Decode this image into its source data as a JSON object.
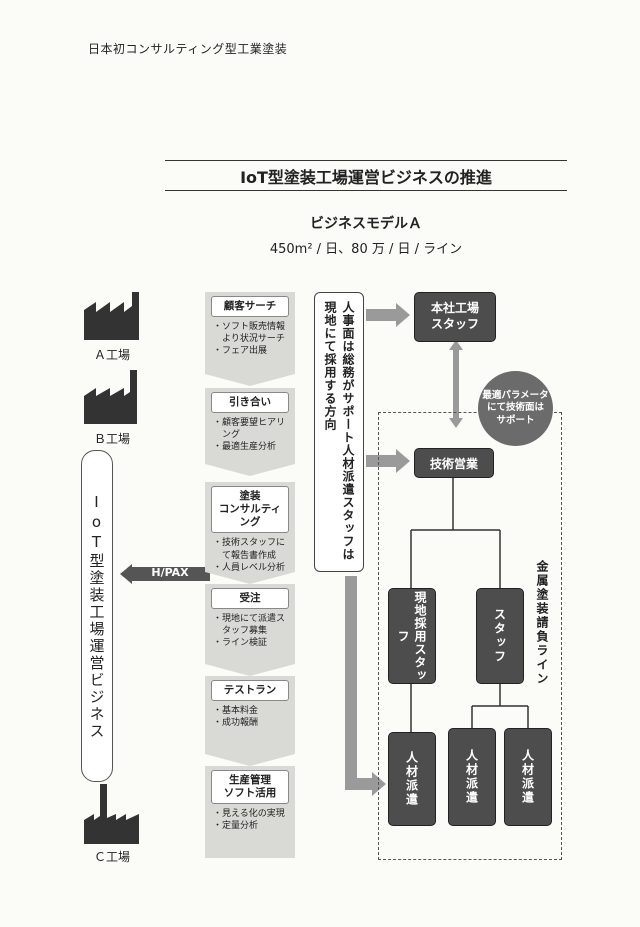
{
  "running_head": "日本初コンサルティング型工業塗装",
  "title": "IoT型塗装工場運営ビジネスの推進",
  "model": {
    "name": "ビジネスモデルＡ",
    "capacity": "450m² / 日、80 万 / 日 / ライン"
  },
  "factories": [
    "Ａ工場",
    "Ｂ工場",
    "Ｃ工場"
  ],
  "left_business": "IoT型塗装工場運営ビジネス",
  "hpax_label": "H/PAX",
  "steps": [
    {
      "title": "顧客サーチ",
      "items": [
        "・ソフト販売情報",
        "　より状況サーチ",
        "・フェア出展"
      ]
    },
    {
      "title": "引き合い",
      "items": [
        "・顧客要望ヒアリ",
        "　ング",
        "・最適生産分析"
      ]
    },
    {
      "title": "塗装\nコンサルティング",
      "items": [
        "・技術スタッフに",
        "　て報告書作成",
        "・人員レベル分析"
      ]
    },
    {
      "title": "受注",
      "items": [
        "・現地にて派遣ス",
        "　タッフ募集",
        "・ライン検証"
      ]
    },
    {
      "title": "テストラン",
      "items": [
        "・基本料金",
        "・成功報酬"
      ]
    },
    {
      "title": "生産管理\nソフト活用",
      "items": [
        "・見える化の実現",
        "・定量分析"
      ]
    }
  ],
  "support_note": "人事面は総務がサポート人材派遣スタッフは現地にて採用する方向",
  "hq_staff": "本社工場\nスタッフ",
  "circle_note": "最適パラメータ\nにて技術面は\nサポート",
  "tech_sales": "技術営業",
  "local_staff": "現地採用スタッフ",
  "staff": "スタッフ",
  "dispatch": [
    "人材派遣",
    "人材派遣",
    "人材派遣"
  ],
  "line_label": "金属塗装請負ライン"
}
